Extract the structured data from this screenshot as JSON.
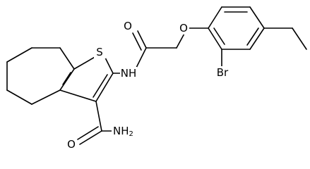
{
  "molecule": {
    "atom_labels": {
      "S": "S",
      "NH": "NH",
      "O_carbonyl": "O",
      "O_ether": "O",
      "Br": "Br",
      "O_amide": "O",
      "NH2": "NH",
      "NH2_subscript": "2"
    },
    "colors": {
      "bond": "#000000",
      "text": "#000000",
      "background": "#ffffff"
    }
  }
}
